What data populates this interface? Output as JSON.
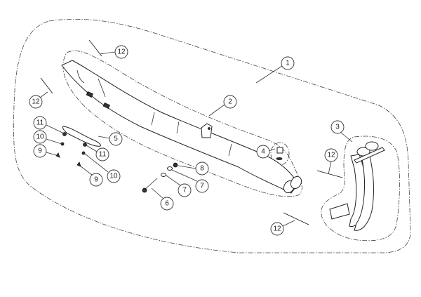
{
  "diagram": {
    "type": "exploded parts diagram",
    "callouts": [
      "1",
      "2",
      "3",
      "4",
      "5",
      "6",
      "7",
      "7",
      "8",
      "9",
      "9",
      "10",
      "10",
      "11",
      "11",
      "12",
      "12",
      "12",
      "12"
    ]
  }
}
